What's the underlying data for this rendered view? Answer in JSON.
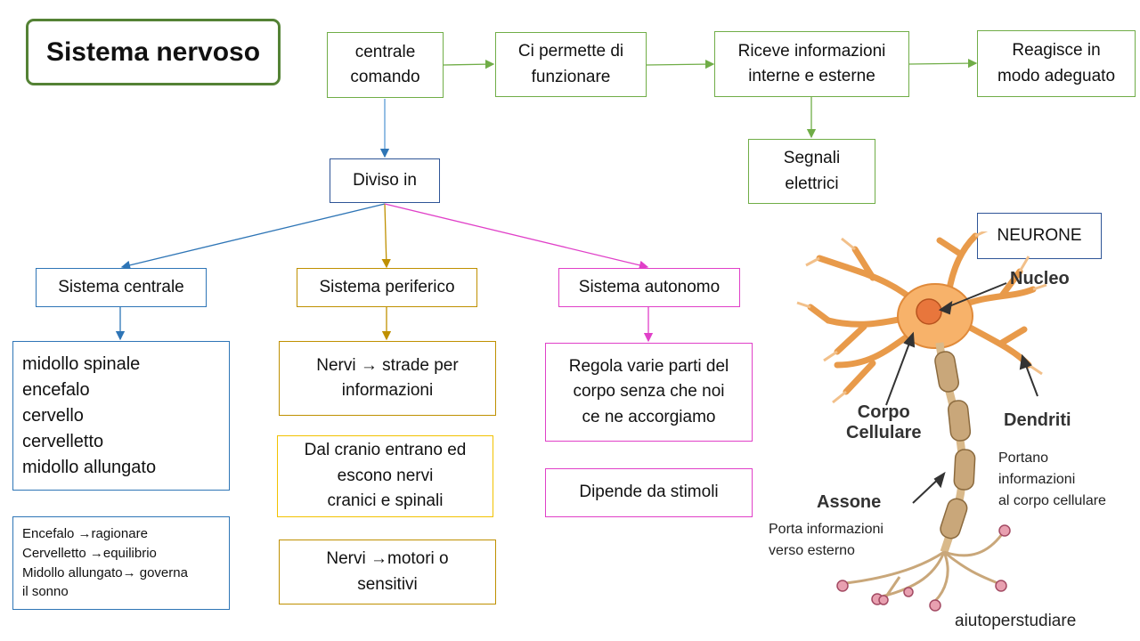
{
  "title": "Sistema nervoso",
  "top_row": {
    "centrale": "centrale\ncomando",
    "funzionare": "Ci permette di\nfunzionare",
    "riceve": "Riceve informazioni\ninterne e esterne",
    "reagisce": "Reagisce in\nmodo adeguato",
    "segnali": "Segnali\nelettrici"
  },
  "diviso": "Diviso in",
  "branches": {
    "centrale": {
      "title": "Sistema centrale",
      "items": "midollo spinale\nencefalo\ncervello\ncervelletto\nmidollo allungato",
      "notes": "Encefalo →ragionare\nCervelletto →equilibrio\nMidollo allungato→ governa\nil sonno"
    },
    "periferico": {
      "title": "Sistema periferico",
      "box1": "Nervi → strade per\ninformazioni",
      "box2": "Dal cranio entrano ed\nescono nervi\ncranici e spinali",
      "box3": "Nervi →motori o\nsensitivi"
    },
    "autonomo": {
      "title": "Sistema autonomo",
      "box1": "Regola varie parti del\ncorpo senza che noi\nce ne accorgiamo",
      "box2": "Dipende da stimoli"
    }
  },
  "neurone": {
    "heading": "NEURONE",
    "nucleo": "Nucleo",
    "corpo": "Corpo\nCellulare",
    "dendriti": "Dendriti",
    "assone": "Assone",
    "dendriti_desc": "Portano\ninformazioni\nal corpo cellulare",
    "assone_desc": "Porta informazioni\nverso  esterno"
  },
  "watermark": "aiutoperstudiare",
  "colors": {
    "green": "#70ad47",
    "blue": "#2e75b6",
    "gold": "#bf9000",
    "pink": "#e040c8",
    "neuron_body": "#f7b26a",
    "neuron_nucleus": "#e8763c",
    "myelin": "#c9a77a"
  }
}
